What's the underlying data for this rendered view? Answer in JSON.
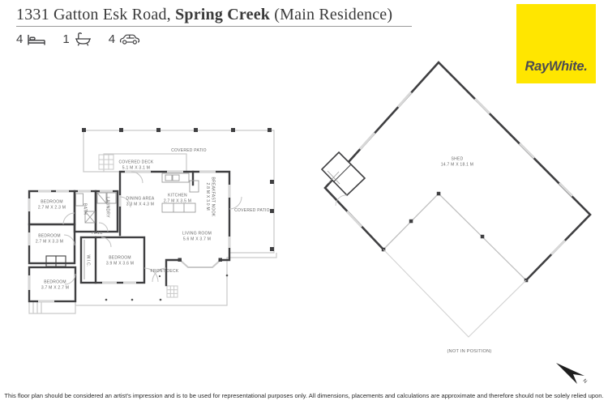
{
  "header": {
    "address_prefix": "1331 Gatton Esk Road, ",
    "address_bold": "Spring Creek",
    "address_suffix": " (Main Residence)",
    "features": [
      {
        "count": "4",
        "icon": "bed-icon"
      },
      {
        "count": "1",
        "icon": "bath-icon"
      },
      {
        "count": "4",
        "icon": "car-icon"
      }
    ],
    "brand": {
      "name": "RayWhite.",
      "bg_color": "#FFE600",
      "text_color": "#4A4A52"
    }
  },
  "floorplan": {
    "wall_color": "#3F3F41",
    "thin_line_color": "#C9C9C9",
    "label_color": "#686868",
    "rooms": [
      {
        "name": "COVERED PATIO"
      },
      {
        "name": "COVERED DECK",
        "dims": "5.1 M X 3.1 M"
      },
      {
        "name": "BEDROOM",
        "dims": "2.7 M X 2.3 M"
      },
      {
        "name": "BATH"
      },
      {
        "name": "LAUNDRY"
      },
      {
        "name": "DINING AREA",
        "dims": "3.3 M X 4.3 M"
      },
      {
        "name": "KITCHEN",
        "dims": "2.7 M X 3.5 M"
      },
      {
        "name": "BREAKFAST NOOK",
        "dims": "2.8 M X 3.0 M"
      },
      {
        "name": "COVERED PATIO"
      },
      {
        "name": "BEDROOM",
        "dims": "2.7 M X 3.3 M"
      },
      {
        "name": "HALL"
      },
      {
        "name": "LIVING ROOM",
        "dims": "5.6 M X 3.7 M"
      },
      {
        "name": "W.I.C."
      },
      {
        "name": "BEDROOM",
        "dims": "3.9 M X 3.6 M"
      },
      {
        "name": "BEDROOM",
        "dims": "3.7 M X 2.7 M"
      },
      {
        "name": "FRONT DECK"
      }
    ],
    "shed": {
      "name": "SHED",
      "dims": "14.7 M X 18.1 M",
      "note": "(NOT IN POSITION)"
    },
    "compass": {
      "label": "N"
    }
  },
  "footer": {
    "disclaimer": "This floor plan should be considered an artist's impression and is to be used for representational purposes only. All dimensions, placements and calculations are approximate and therefore should not be solely relied upon."
  }
}
